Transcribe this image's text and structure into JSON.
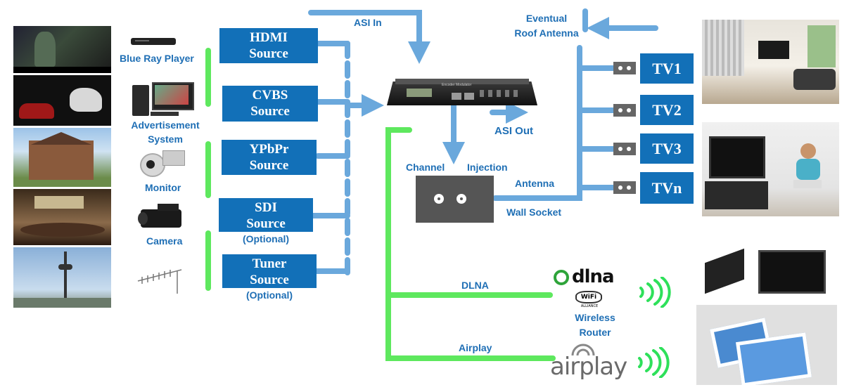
{
  "labels": {
    "asi_in": "ASI In",
    "asi_out": "ASI Out",
    "eventual_roof_antenna": "Eventual\nRoof Antenna",
    "channel": "Channel",
    "injection": "Injection",
    "antenna": "Antenna",
    "wall_socket": "Wall Socket",
    "dlna": "DLNA",
    "airplay": "Airplay",
    "wireless_router": "Wireless\nRouter"
  },
  "devices": [
    {
      "label": "Blue Ray Player",
      "icon": "bluray-player-icon"
    },
    {
      "label": "Advertisement\nSystem",
      "icon": "computer-icon"
    },
    {
      "label": "Monitor",
      "icon": "dome-camera-icon"
    },
    {
      "label": "Camera",
      "icon": "video-camera-icon"
    },
    {
      "label": "",
      "icon": "yagi-antenna-icon"
    }
  ],
  "sources": [
    {
      "line1": "HDMI",
      "line2": "Source",
      "note": ""
    },
    {
      "line1": "CVBS",
      "line2": "Source",
      "note": ""
    },
    {
      "line1": "YPbPr",
      "line2": "Source",
      "note": ""
    },
    {
      "line1": "SDI",
      "line2": "Source",
      "note": "(Optional)"
    },
    {
      "line1": "Tuner",
      "line2": "Source",
      "note": "(Optional)"
    }
  ],
  "tvs": [
    "TV1",
    "TV2",
    "TV3",
    "TVn"
  ],
  "encoder": {
    "badge": "Encoder Modulator",
    "icon": "rack-encoder-icon"
  },
  "logos": {
    "dlna": "dlna",
    "wifi": "WiFi",
    "wifi_sub": "ALLIANCE",
    "airplay": "airplay"
  },
  "photos": [
    "movie-scene-photo",
    "car-horse-photo",
    "house-photo",
    "conference-room-photo",
    "tv-tower-photo",
    "living-room-photo",
    "woman-tv-room-photo",
    "laptop-tv-tablets-photo"
  ],
  "colors": {
    "blue_box": "#1270b8",
    "blue_line": "#6aa8dc",
    "green_line": "#5ee85e",
    "label": "#1f6fb5",
    "socket": "#555555"
  }
}
